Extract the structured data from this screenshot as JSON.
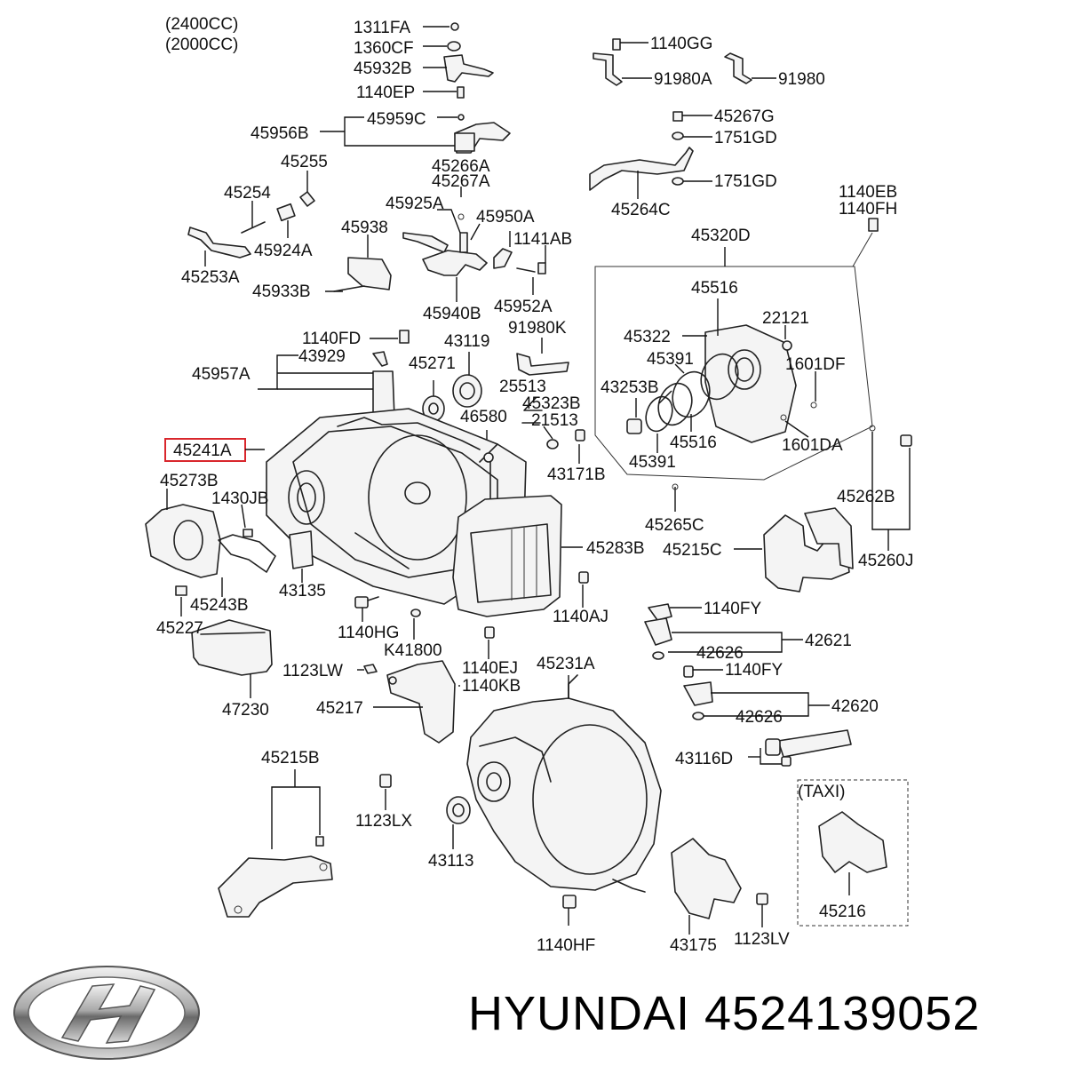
{
  "variants": [
    "(2400CC)",
    "(2000CC)"
  ],
  "highlight_label": "45241A",
  "highlight_color": "#d9262c",
  "labels": {
    "p1311FA": "1311FA",
    "p1360CF": "1360CF",
    "p45932B": "45932B",
    "p1140EP": "1140EP",
    "p1140GG": "1140GG",
    "p91980A": "91980A",
    "p91980": "91980",
    "p45959C": "45959C",
    "p45956B": "45956B",
    "p45267G": "45267G",
    "p1751GD_a": "1751GD",
    "p1751GD_b": "1751GD",
    "p45255": "45255",
    "p45266A": "45266A",
    "p45267A": "45267A",
    "p45264C": "45264C",
    "p45254": "45254",
    "p45925A": "45925A",
    "p45950A": "45950A",
    "p45938": "45938",
    "p1141AB": "1141AB",
    "p1140EB": "1140EB",
    "p1140FH": "1140FH",
    "p45924A": "45924A",
    "p45253A": "45253A",
    "p45933B": "45933B",
    "p45940B": "45940B",
    "p45952A": "45952A",
    "p45320D": "45320D",
    "p45516_a": "45516",
    "p22121": "22121",
    "p1140FD": "1140FD",
    "p43119": "43119",
    "p91980K": "91980K",
    "p45322": "45322",
    "p45391_a": "45391",
    "p1601DF": "1601DF",
    "p45957A": "45957A",
    "p43929": "43929",
    "p45271": "45271",
    "p25513": "25513",
    "p43253B": "43253B",
    "p45323B": "45323B",
    "p21513": "21513",
    "p46580": "46580",
    "p45516_b": "45516",
    "p1601DA": "1601DA",
    "p45391_b": "45391",
    "p43171B": "43171B",
    "p45273B": "45273B",
    "p1430JB": "1430JB",
    "p45265C": "45265C",
    "p45262B": "45262B",
    "p45283B": "45283B",
    "p45215C": "45215C",
    "p45260J": "45260J",
    "p43135": "43135",
    "p45243B": "45243B",
    "p45227": "45227",
    "p1140HG": "1140HG",
    "p1140AJ": "1140AJ",
    "p1140FY_a": "1140FY",
    "p42621": "42621",
    "p42626_a": "42626",
    "pK41800": "K41800",
    "p1123LW": "1123LW",
    "p1140EJ": "1140EJ",
    "p45231A": "45231A",
    "p1140FY_b": "1140FY",
    "p1140KB": "1140KB",
    "p45217": "45217",
    "p47230": "47230",
    "p42620": "42620",
    "p42626_b": "42626",
    "p43116D": "43116D",
    "p45215B": "45215B",
    "pTAXI": "(TAXI)",
    "p1123LX": "1123LX",
    "p43113": "43113",
    "p45216": "45216",
    "p1140HF": "1140HF",
    "p43175": "43175",
    "p1123LV": "1123LV"
  },
  "footer": {
    "brand": "HYUNDAI",
    "part_number": "4524139052"
  },
  "logo_icon": "hyundai-logo-icon"
}
